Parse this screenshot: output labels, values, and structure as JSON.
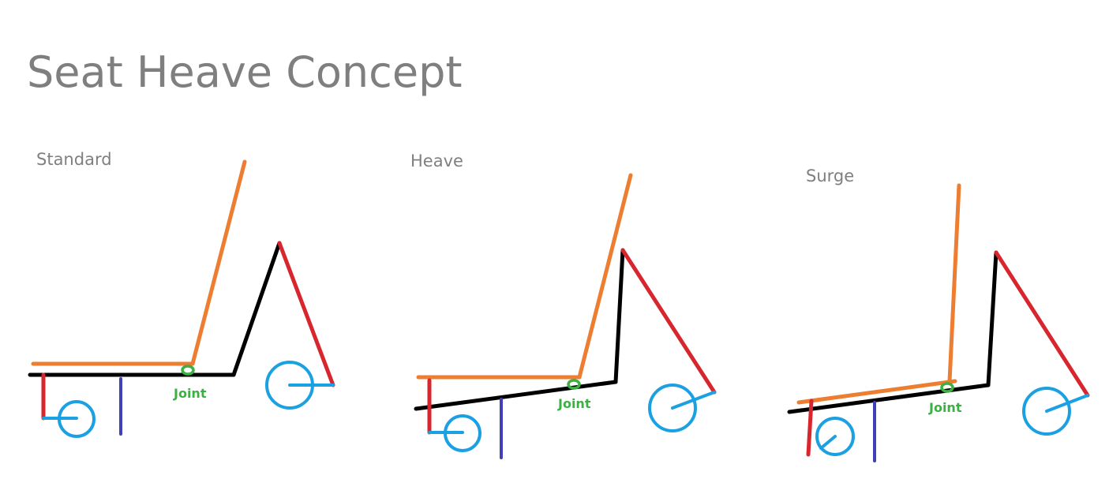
{
  "title": "Seat Heave Concept",
  "colors": {
    "title": "#7f7f7f",
    "base": "#000000",
    "seat": "#ed7d31",
    "actuator": "#d8262e",
    "wheel": "#1ba1e2",
    "post": "#4040b8",
    "joint": "#3cb043"
  },
  "panels": [
    {
      "label": "Standard",
      "joint_label": "Joint"
    },
    {
      "label": "Heave",
      "joint_label": "Joint"
    },
    {
      "label": "Surge",
      "joint_label": "Joint"
    }
  ]
}
